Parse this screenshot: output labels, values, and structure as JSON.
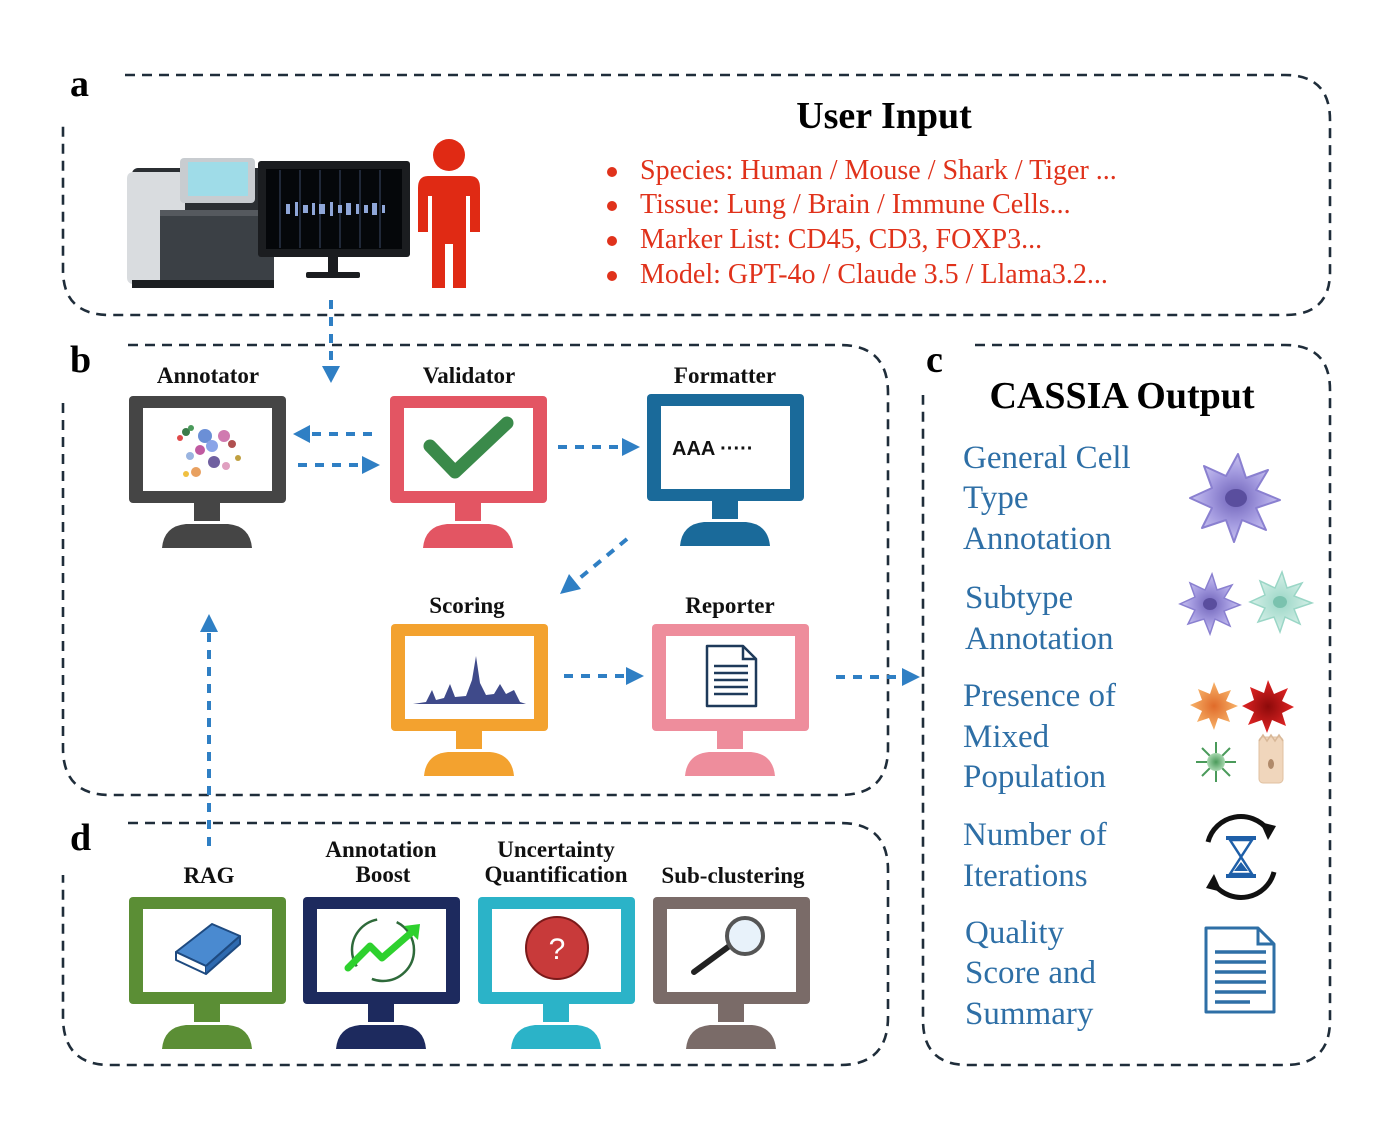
{
  "panels": {
    "a": {
      "letter": "a",
      "title": "User Input",
      "items": [
        "Species: Human / Mouse / Shark / Tiger ...",
        "Tissue: Lung / Brain / Immune Cells...",
        "Marker List: CD45, CD3, FOXP3...",
        "Model: GPT-4o / Claude 3.5 / Llama3.2..."
      ]
    },
    "b": {
      "letter": "b",
      "agents": [
        {
          "label": "Annotator",
          "color": "#454545"
        },
        {
          "label": "Validator",
          "color": "#e35563"
        },
        {
          "label": "Formatter",
          "color": "#1a6a9a"
        },
        {
          "label": "Scoring",
          "color": "#f3a22f"
        },
        {
          "label": "Reporter",
          "color": "#ee8d9c"
        }
      ],
      "formatter_screen_text": "AAA ·····"
    },
    "c": {
      "letter": "c",
      "title": "CASSIA Output",
      "items": [
        {
          "lines": [
            "General Cell",
            "Type",
            "Annotation"
          ],
          "icon": "purple-cell-icon"
        },
        {
          "lines": [
            "Subtype",
            "Annotation"
          ],
          "icon": "subtype-cells-icon"
        },
        {
          "lines": [
            "Presence of",
            "Mixed",
            "Population"
          ],
          "icon": "mixed-cells-icon"
        },
        {
          "lines": [
            "Number of",
            "Iterations"
          ],
          "icon": "hourglass-cycle-icon"
        },
        {
          "lines": [
            "Quality",
            "Score and",
            "Summary"
          ],
          "icon": "document-icon"
        }
      ]
    },
    "d": {
      "letter": "d",
      "modules": [
        {
          "lines": [
            "RAG"
          ],
          "color": "#5b8e35",
          "icon": "book-icon"
        },
        {
          "lines": [
            "Annotation",
            "Boost"
          ],
          "color": "#1d2a5e",
          "icon": "boost-arrow-icon"
        },
        {
          "lines": [
            "Uncertainty",
            "Quantification"
          ],
          "color": "#2bb3c8",
          "icon": "question-icon"
        },
        {
          "lines": [
            "Sub-clustering"
          ],
          "color": "#7a6b68",
          "icon": "magnifier-icon"
        }
      ],
      "question_mark": "?"
    }
  },
  "colors": {
    "input_text": "#e0321b",
    "output_text": "#2e6fa6",
    "arrow": "#2f7fc4",
    "box_border": "#1f2d3a",
    "person": "#e02a14"
  }
}
